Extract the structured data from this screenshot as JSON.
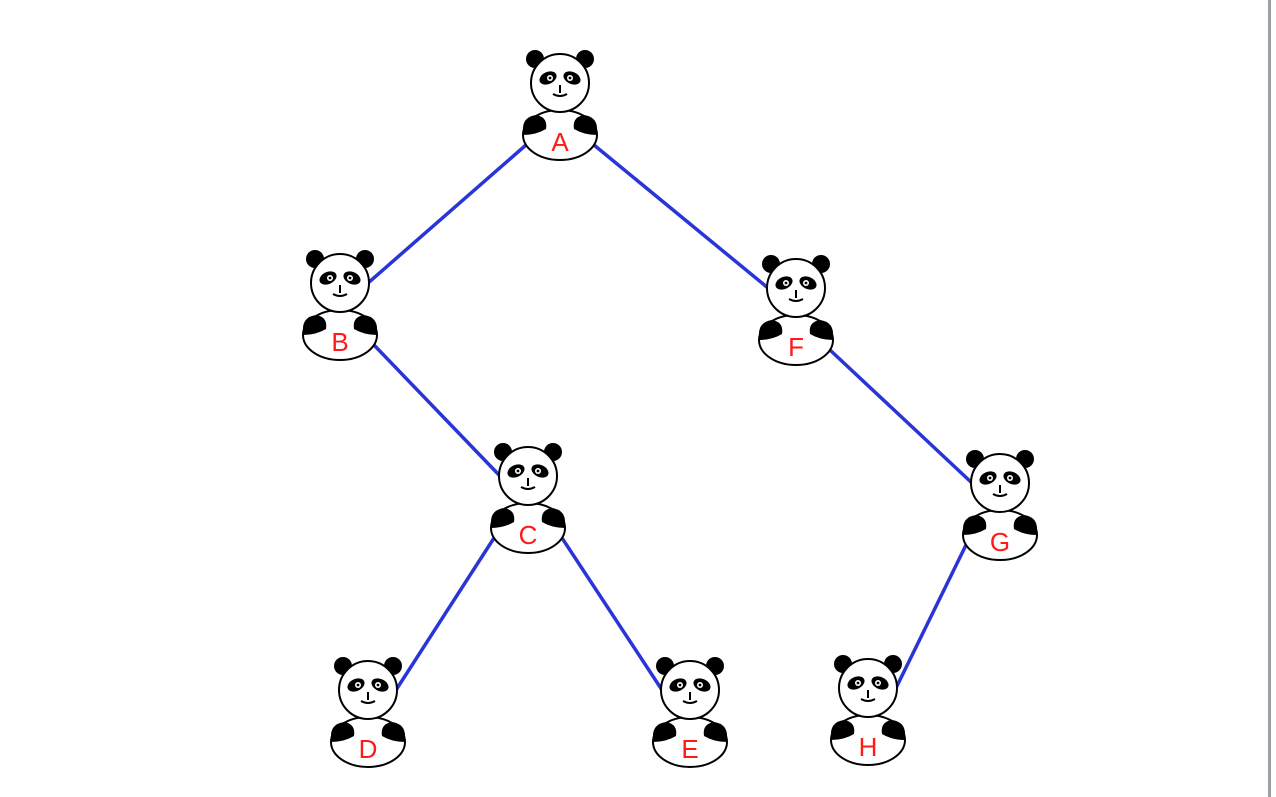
{
  "diagram": {
    "type": "binary-tree",
    "colors": {
      "edge": "#2a35d6",
      "label": "#ff1a1a",
      "panda_black": "#000000",
      "panda_white": "#ffffff",
      "frame_border": "#9aa0a6"
    },
    "nodes": [
      {
        "id": "A",
        "label": "A",
        "icon": "panda-icon"
      },
      {
        "id": "B",
        "label": "B",
        "icon": "panda-icon"
      },
      {
        "id": "F",
        "label": "F",
        "icon": "panda-icon"
      },
      {
        "id": "C",
        "label": "C",
        "icon": "panda-icon"
      },
      {
        "id": "G",
        "label": "G",
        "icon": "panda-icon"
      },
      {
        "id": "D",
        "label": "D",
        "icon": "panda-icon"
      },
      {
        "id": "E",
        "label": "E",
        "icon": "panda-icon"
      },
      {
        "id": "H",
        "label": "H",
        "icon": "panda-icon"
      }
    ],
    "edges": [
      {
        "from": "A",
        "to": "B"
      },
      {
        "from": "A",
        "to": "F"
      },
      {
        "from": "B",
        "to": "C"
      },
      {
        "from": "F",
        "to": "G"
      },
      {
        "from": "C",
        "to": "D"
      },
      {
        "from": "C",
        "to": "E"
      },
      {
        "from": "G",
        "to": "H"
      }
    ]
  }
}
